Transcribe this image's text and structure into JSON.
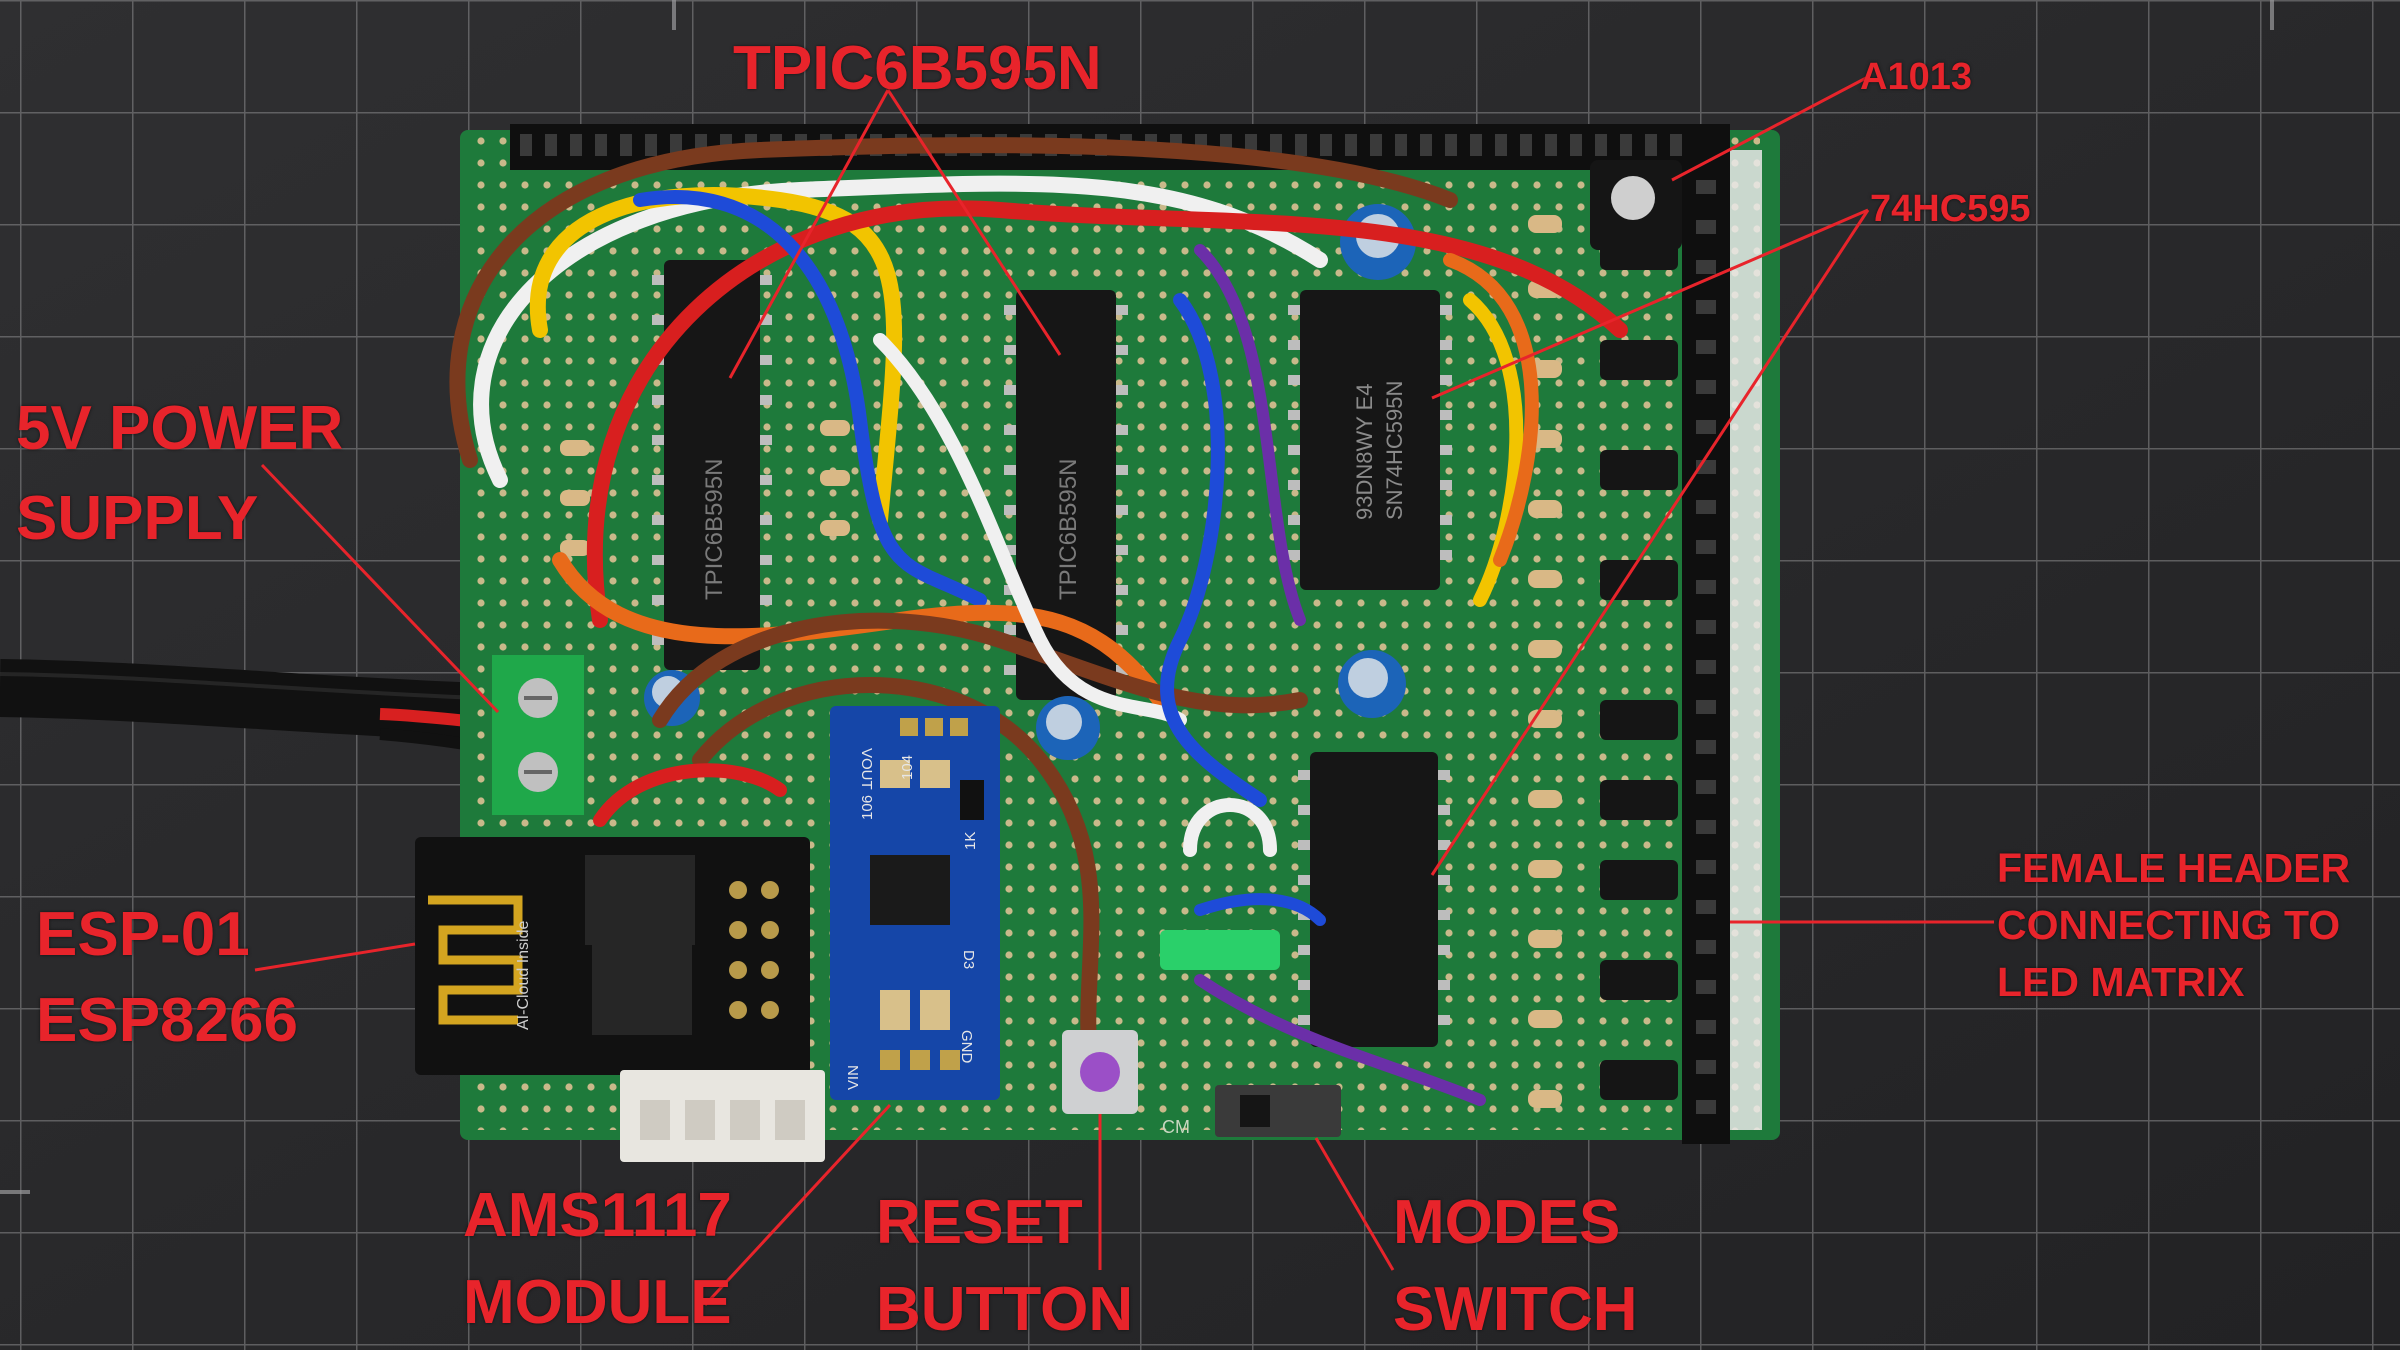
{
  "colors": {
    "annotation": "#e8242b",
    "pcb": "#1f7a3a",
    "mat_background": "#2b2b2d"
  },
  "labels": {
    "tpic": "TPIC6B595N",
    "a1013": "A1013",
    "hc595": "74HC595",
    "power_line1": "5V POWER",
    "power_line2": "SUPPLY",
    "esp_line1": "ESP-01",
    "esp_line2": "ESP8266",
    "header_line1": "FEMALE HEADER",
    "header_line2": "CONNECTING TO",
    "header_line3": "LED MATRIX",
    "ams_line1": "AMS1117",
    "ams_line2": "MODULE",
    "reset_line1": "RESET",
    "reset_line2": "BUTTON",
    "modes_line1": "MODES",
    "modes_line2": "SWITCH"
  },
  "board_markings": {
    "chip_left": "TPIC6B595N",
    "chip_mid": "TPIC6B595N",
    "chip_hc595_code": "93DN8WY E4",
    "chip_hc595": "SN74HC595N",
    "esp_module_text": "AI-Cloud Inside",
    "ams_vin": "VIN",
    "ams_gnd": "GND",
    "ams_vout": "VOUT",
    "ams_cap1": "106",
    "ams_cap2": "104",
    "ams_res": "1K",
    "ams_d3": "D3",
    "pcb_cm": "CM"
  }
}
